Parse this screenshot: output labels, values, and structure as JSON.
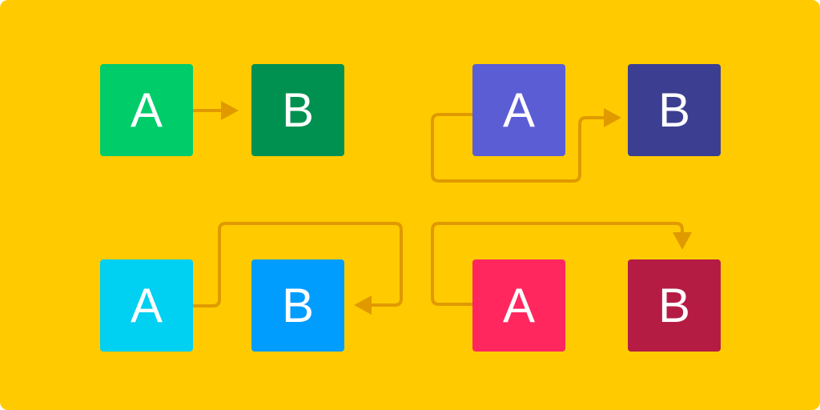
{
  "background_color": "#FFCB00",
  "connector_color": "#E09A00",
  "diagrams": [
    {
      "name": "top-left",
      "a": {
        "label": "A",
        "color": "#00CC6A"
      },
      "b": {
        "label": "B",
        "color": "#009150"
      }
    },
    {
      "name": "top-right",
      "a": {
        "label": "A",
        "color": "#5B5DD4"
      },
      "b": {
        "label": "B",
        "color": "#3C3F91"
      }
    },
    {
      "name": "bottom-left",
      "a": {
        "label": "A",
        "color": "#00D0F1"
      },
      "b": {
        "label": "B",
        "color": "#009DFF"
      }
    },
    {
      "name": "bottom-right",
      "a": {
        "label": "A",
        "color": "#FF275E"
      },
      "b": {
        "label": "B",
        "color": "#B51C44"
      }
    }
  ]
}
